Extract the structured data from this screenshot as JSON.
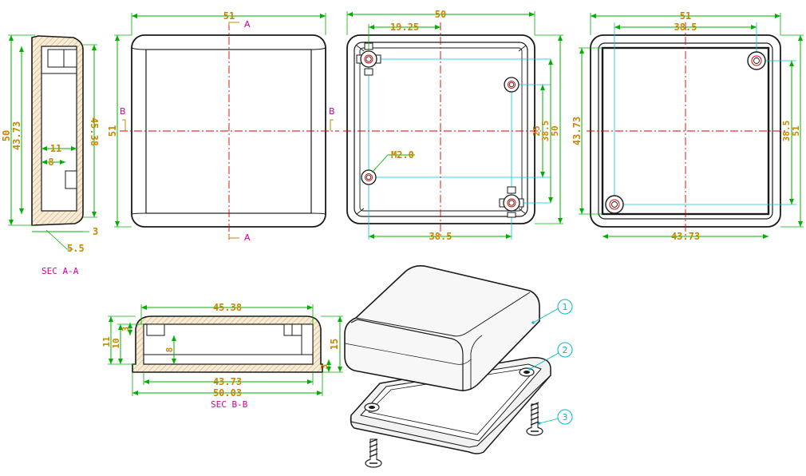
{
  "colors": {
    "outline": "#1a1a1a",
    "dimension_line": "#00b000",
    "dimension_text": "#c88700",
    "centerline": "#e00000",
    "section_marker": "#d0009a",
    "extension_line": "#00c8d8",
    "callout": "#00b8c8",
    "hatch": "#d9b47a"
  },
  "views": {
    "section_aa": {
      "label": "SEC A-A",
      "dims": {
        "overall_height": "50",
        "inner_height": "43.73",
        "depth": "45.38",
        "boss": "11",
        "wall": "8",
        "lip": "5.5",
        "thickness": "3"
      }
    },
    "top_view": {
      "dims": {
        "width": "51",
        "height": "51"
      },
      "markers": {
        "a_top": "A",
        "a_bottom": "A",
        "b_left": "B",
        "b_right": "B"
      }
    },
    "inner_view": {
      "dims": {
        "width": "50",
        "offset": "19.25",
        "spacing_v1": "25",
        "spacing_v2": "38.5",
        "height": "50",
        "bottom": "38.5"
      },
      "thread_label": "M2.0"
    },
    "back_view": {
      "dims": {
        "width": "51",
        "spacing_top": "38.5",
        "height_left": "43.73",
        "spacing_right": "38.5",
        "height_right": "51",
        "bottom": "43.73"
      }
    },
    "section_bb": {
      "label": "SEC B-B",
      "dims": {
        "top_width": "45.38",
        "height_11": "11",
        "height_10": "10",
        "step_3": "3",
        "boss_8": "8",
        "total_15": "15",
        "bottom_3": "3",
        "inner_width": "43.73",
        "outer_width": "50.03"
      }
    },
    "isometric": {
      "callouts": [
        "1",
        "2",
        "3"
      ]
    }
  }
}
